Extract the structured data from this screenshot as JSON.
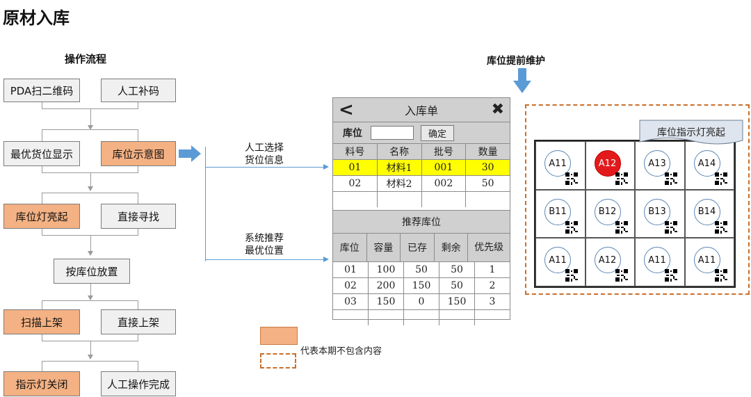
{
  "title": "原材入库",
  "flow": {
    "heading": "操作流程",
    "pda_scan": "PDA扫二维码",
    "manual_code": "人工补码",
    "best_slot": "最优货位显示",
    "slot_diagram": "库位示意图",
    "light_on": "库位灯亮起",
    "direct_find": "直接寻找",
    "place_by_slot": "按库位放置",
    "scan_shelf": "扫描上架",
    "direct_shelf": "直接上架",
    "light_off": "指示灯关闭",
    "manual_done": "人工操作完成"
  },
  "connectors": {
    "manual_select_line1": "人工选择",
    "manual_select_line2": "货位信息",
    "system_rec_line1": "系统推荐",
    "system_rec_line2": "最优位置"
  },
  "form": {
    "title": "入库单",
    "slot_label": "库位",
    "confirm": "确定",
    "headers": [
      "料号",
      "名称",
      "批号",
      "数量"
    ],
    "rows": [
      [
        "01",
        "材料1",
        "001",
        "30"
      ],
      [
        "02",
        "材料2",
        "002",
        "50"
      ]
    ],
    "rec_title": "推荐库位",
    "rec_headers": [
      "库位",
      "容量",
      "已存",
      "剩余",
      "优先级"
    ],
    "rec_rows": [
      [
        "01",
        "100",
        "50",
        "50",
        "1"
      ],
      [
        "02",
        "200",
        "150",
        "50",
        "2"
      ],
      [
        "03",
        "150",
        "0",
        "150",
        "3"
      ]
    ]
  },
  "maintenance": {
    "heading": "库位提前维护",
    "banner": "库位指示灯亮起",
    "grid": [
      [
        "A11",
        "A12",
        "A13",
        "A14"
      ],
      [
        "B11",
        "B12",
        "B13",
        "B14"
      ],
      [
        "A11",
        "A12",
        "A11",
        "A11"
      ]
    ],
    "highlighted": "A12"
  },
  "legend": {
    "text": "代表本期不包含内容"
  },
  "colors": {
    "orange": "#f4b183",
    "blue": "#5b9bd5",
    "yellow": "#ffff00",
    "red": "#e31a1c"
  }
}
